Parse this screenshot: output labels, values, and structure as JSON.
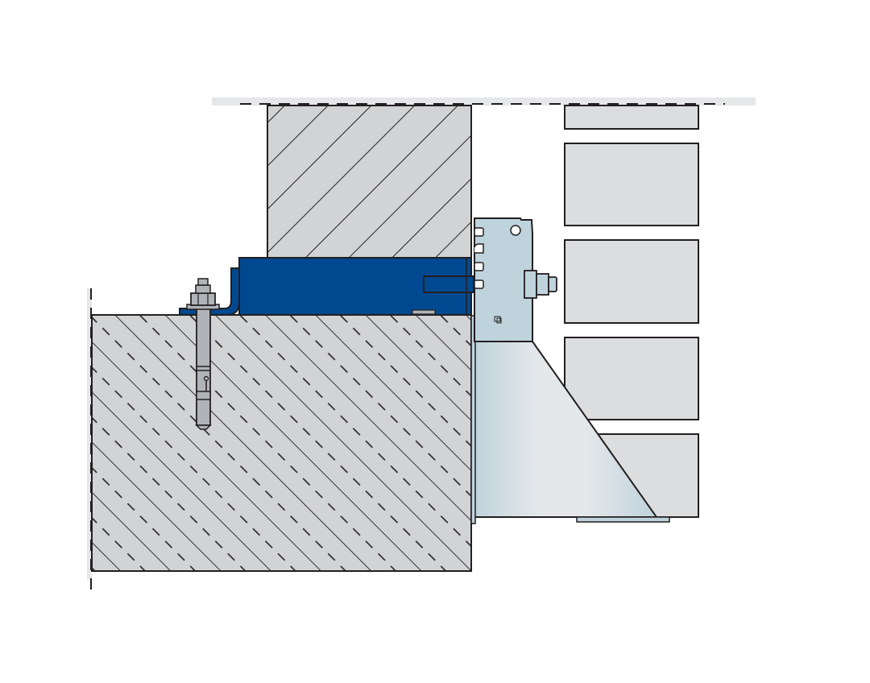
{
  "diagram": {
    "subject": "masonry-support-bracket-section",
    "colors": {
      "outline": "#231f20",
      "concrete_fill": "#d2d3d5",
      "brick_fill": "#dcdddf",
      "upper_block_fill": "#d2d3d5",
      "blue_member": "#004990",
      "bracket_steel": "#bfd3dc",
      "bracket_light": "#e5e8eb",
      "bolt_steel": "#b0b3b7",
      "edge_strip": "#e6e7e8",
      "background": "#ffffff"
    },
    "elements": [
      "concrete-slab",
      "upper-masonry-block",
      "blue-support-angle",
      "anchor-bolt",
      "support-bracket",
      "bracket-toe-plate",
      "brick-courses",
      "cavity-line"
    ],
    "brick_course_count": 5
  }
}
